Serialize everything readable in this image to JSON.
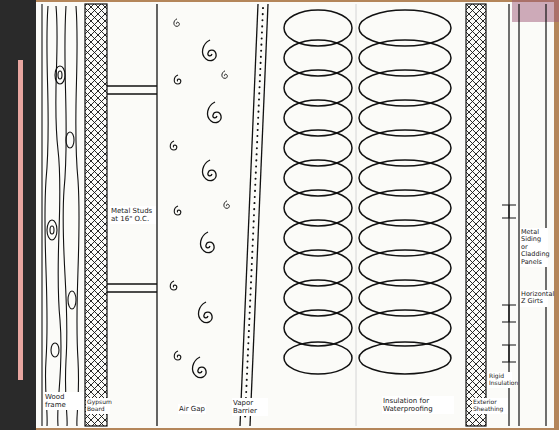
{
  "diagram": {
    "labels": [
      "Wood frame",
      "Gypsum Board",
      "Metal Studs at 16\" O.C.",
      "Air Gap",
      "Vapor Barrier",
      "Insulation for Waterproofing",
      "Exterior Sheathing",
      "Rigid Insulation",
      "Horizontal Z Girts",
      "Metal Siding or Cladding Panels"
    ]
  }
}
